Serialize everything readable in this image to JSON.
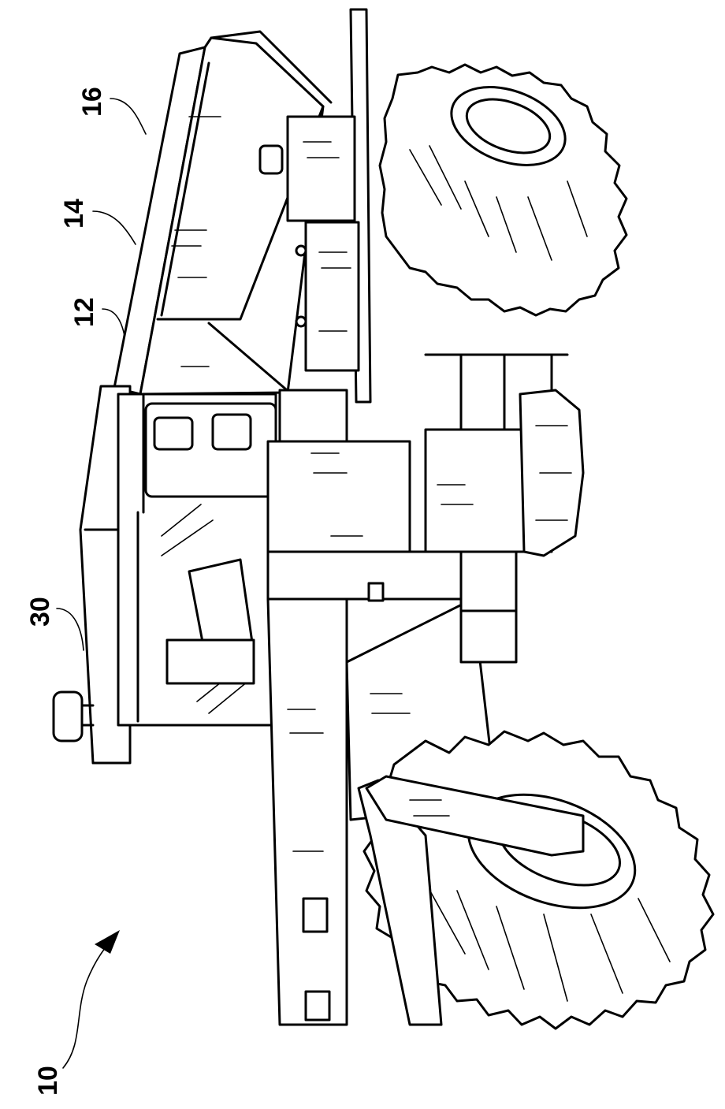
{
  "figure": {
    "references": [
      {
        "id": "ref-10",
        "label": "10"
      },
      {
        "id": "ref-12",
        "label": "12"
      },
      {
        "id": "ref-14",
        "label": "14"
      },
      {
        "id": "ref-16",
        "label": "16"
      },
      {
        "id": "ref-30",
        "label": "30"
      }
    ],
    "line_color": "#000000",
    "background_color": "#ffffff"
  }
}
